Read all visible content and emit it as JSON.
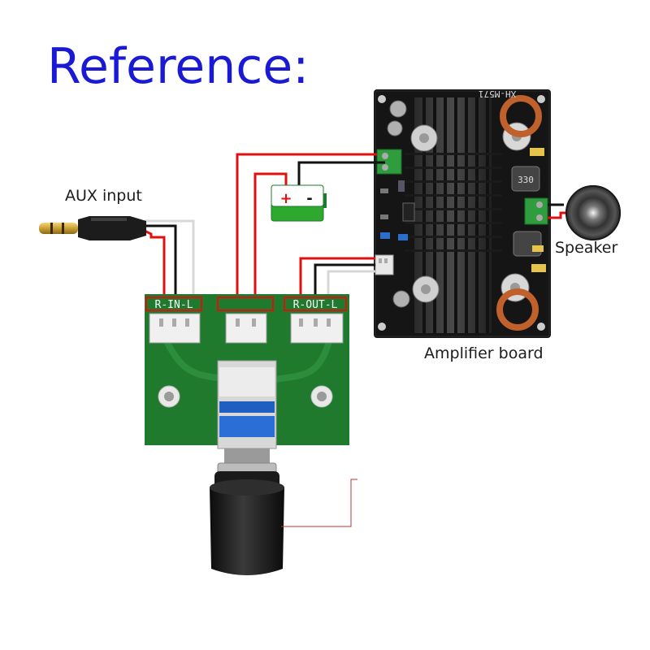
{
  "title": "Reference:",
  "labels": {
    "aux_input": "AUX input",
    "speaker": "Speaker",
    "amplifier_board": "Amplifier board"
  },
  "silkscreen": {
    "input_header": "R-IN-L",
    "output_header": "R-OUT-L",
    "amp_model": "XH-M571",
    "inductor": "330"
  },
  "battery": {
    "positive": "+",
    "negative": "-"
  },
  "colors": {
    "title": "#1a1ad6",
    "wire_red": "#e01010",
    "wire_black": "#111111",
    "wire_white": "#d8d8d8",
    "pcb_green": "#1f7a2e",
    "battery_green": "#2fa82f",
    "knob": "#1a1a1a",
    "pointer_line": "#c03030"
  }
}
